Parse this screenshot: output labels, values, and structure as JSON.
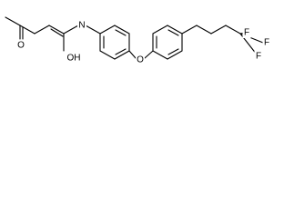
{
  "molecule": {
    "atom_labels": {
      "ketone_oxygen": "O",
      "amide_nitrogen": "N",
      "amide_hydroxyl": "OH",
      "ether_oxygen": "O",
      "fluorine_top": "F",
      "fluorine_right": "F",
      "fluorine_bottom": "F"
    }
  }
}
